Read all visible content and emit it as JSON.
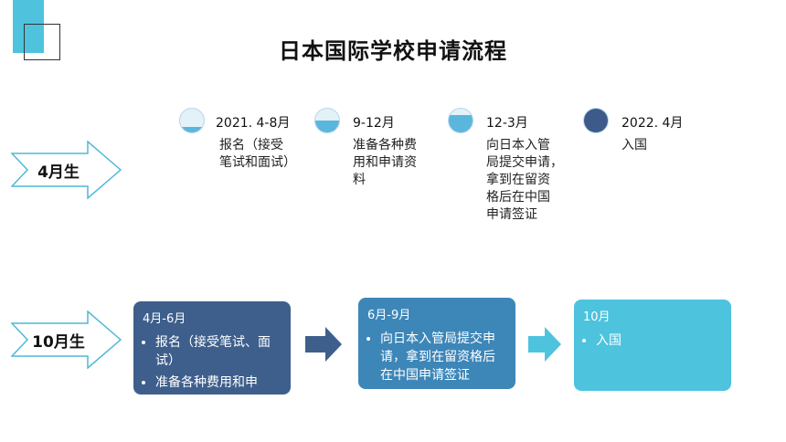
{
  "title": "日本国际学校申请流程",
  "rows": {
    "april_label": "4月生",
    "october_label": "10月生"
  },
  "april_steps": [
    {
      "date": "2021. 4-8月",
      "desc_lines": [
        "报名（接受",
        "笔试和面试）"
      ],
      "fill_percent": 25
    },
    {
      "date": "9-12月",
      "desc_lines": [
        "准备各种费",
        "用和申请资",
        "料"
      ],
      "fill_percent": 50
    },
    {
      "date": "12-3月",
      "desc_lines": [
        "向日本入管",
        "局提交申请，",
        "拿到在留资",
        "格后在中国",
        "申请签证"
      ],
      "fill_percent": 75
    },
    {
      "date": "2022. 4月",
      "desc_lines": [
        "入国"
      ],
      "fill_percent": 100
    }
  ],
  "october_steps": [
    {
      "title": "4月-6月",
      "items": [
        "报名（接受笔试、面试）",
        "准备各种费用和申"
      ]
    },
    {
      "title": "6月-9月",
      "items": [
        "向日本入管局提交申请，拿到在留资格后在中国申请签证"
      ]
    },
    {
      "title": "10月",
      "items": [
        "入国"
      ]
    }
  ],
  "colors": {
    "accent": "#4fc3de",
    "box1": "#3e5f8c",
    "box2": "#3d86b8",
    "box3": "#4ec3dd",
    "circle_fill_light": "#5ab6dd",
    "circle_fill_dark": "#3e5a8a"
  }
}
